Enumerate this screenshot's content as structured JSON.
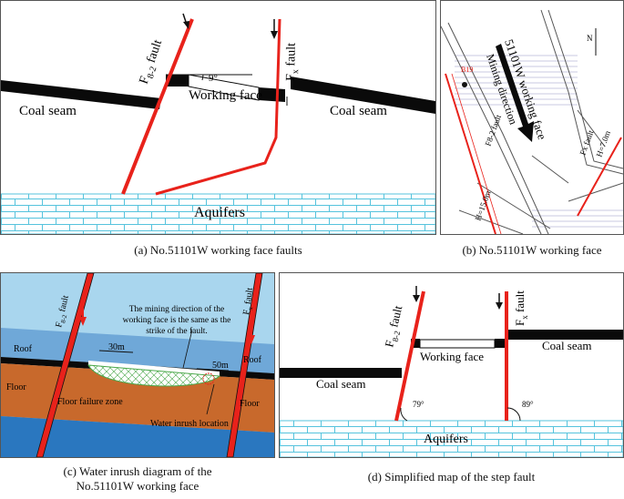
{
  "panel_a": {
    "fault_f82": "F",
    "fault_f82_sub": "8-2",
    "fault_f82_suffix": " fault",
    "fault_fx": "F",
    "fault_fx_sub": "x",
    "fault_fx_suffix": " fault",
    "angle": "9°",
    "working_face": "Working face",
    "coal_seam_left": "Coal seam",
    "coal_seam_right": "Coal seam",
    "aquifers": "Aquifers",
    "caption": "(a) No.51101W working face faults"
  },
  "panel_b": {
    "working_face_label": "51101W working face",
    "mining_direction": "Mining direction",
    "north": "N",
    "borehole": "B19",
    "f82_fault": "F8-2 fault",
    "f82_h": "H=15.0m",
    "fx_fault": "Fx fault",
    "fx_h": "H=7.0m",
    "caption": "(b) No.51101W working face"
  },
  "panel_c": {
    "fault_f82": "F",
    "fault_f82_sub": "8-2",
    "fault_f82_suffix": " fault",
    "fault_fx": "F",
    "fault_fx_sub": "x",
    "fault_fx_suffix": " fault",
    "note_line1": "The mining direction of the",
    "note_line2": "working face is the same as the",
    "note_line3": "strike of the fault.",
    "dim_30": "30m",
    "dim_50": "50m",
    "roof_left": "Roof",
    "roof_right": "Roof",
    "floor_left": "Floor",
    "floor_right": "Floor",
    "floor_failure": "Floor failure zone",
    "water_inrush": "Water inrush location",
    "caption_line1": "(c) Water inrush diagram of the",
    "caption_line2": "No.51101W working face"
  },
  "panel_d": {
    "fault_f82": "F",
    "fault_f82_sub": "8-2",
    "fault_f82_suffix": " fault",
    "fault_fx": "F",
    "fault_fx_sub": "x",
    "fault_fx_suffix": " fault",
    "working_face": "Working face",
    "coal_seam_left": "Coal seam",
    "coal_seam_right": "Coal seam",
    "angle_79": "79°",
    "angle_89": "89°",
    "aquifers": "Aquifers",
    "caption": "(d) Simplified map of the step fault"
  },
  "colors": {
    "fault_red": "#e8221b",
    "coal_black": "#0a0a0a",
    "aquifer_blue": "#55c3dd",
    "sky_blue": "#a9d6ee",
    "roof_blue": "#6fa8d8",
    "floor_brown": "#c8692c",
    "deep_blue": "#2a77bf"
  }
}
